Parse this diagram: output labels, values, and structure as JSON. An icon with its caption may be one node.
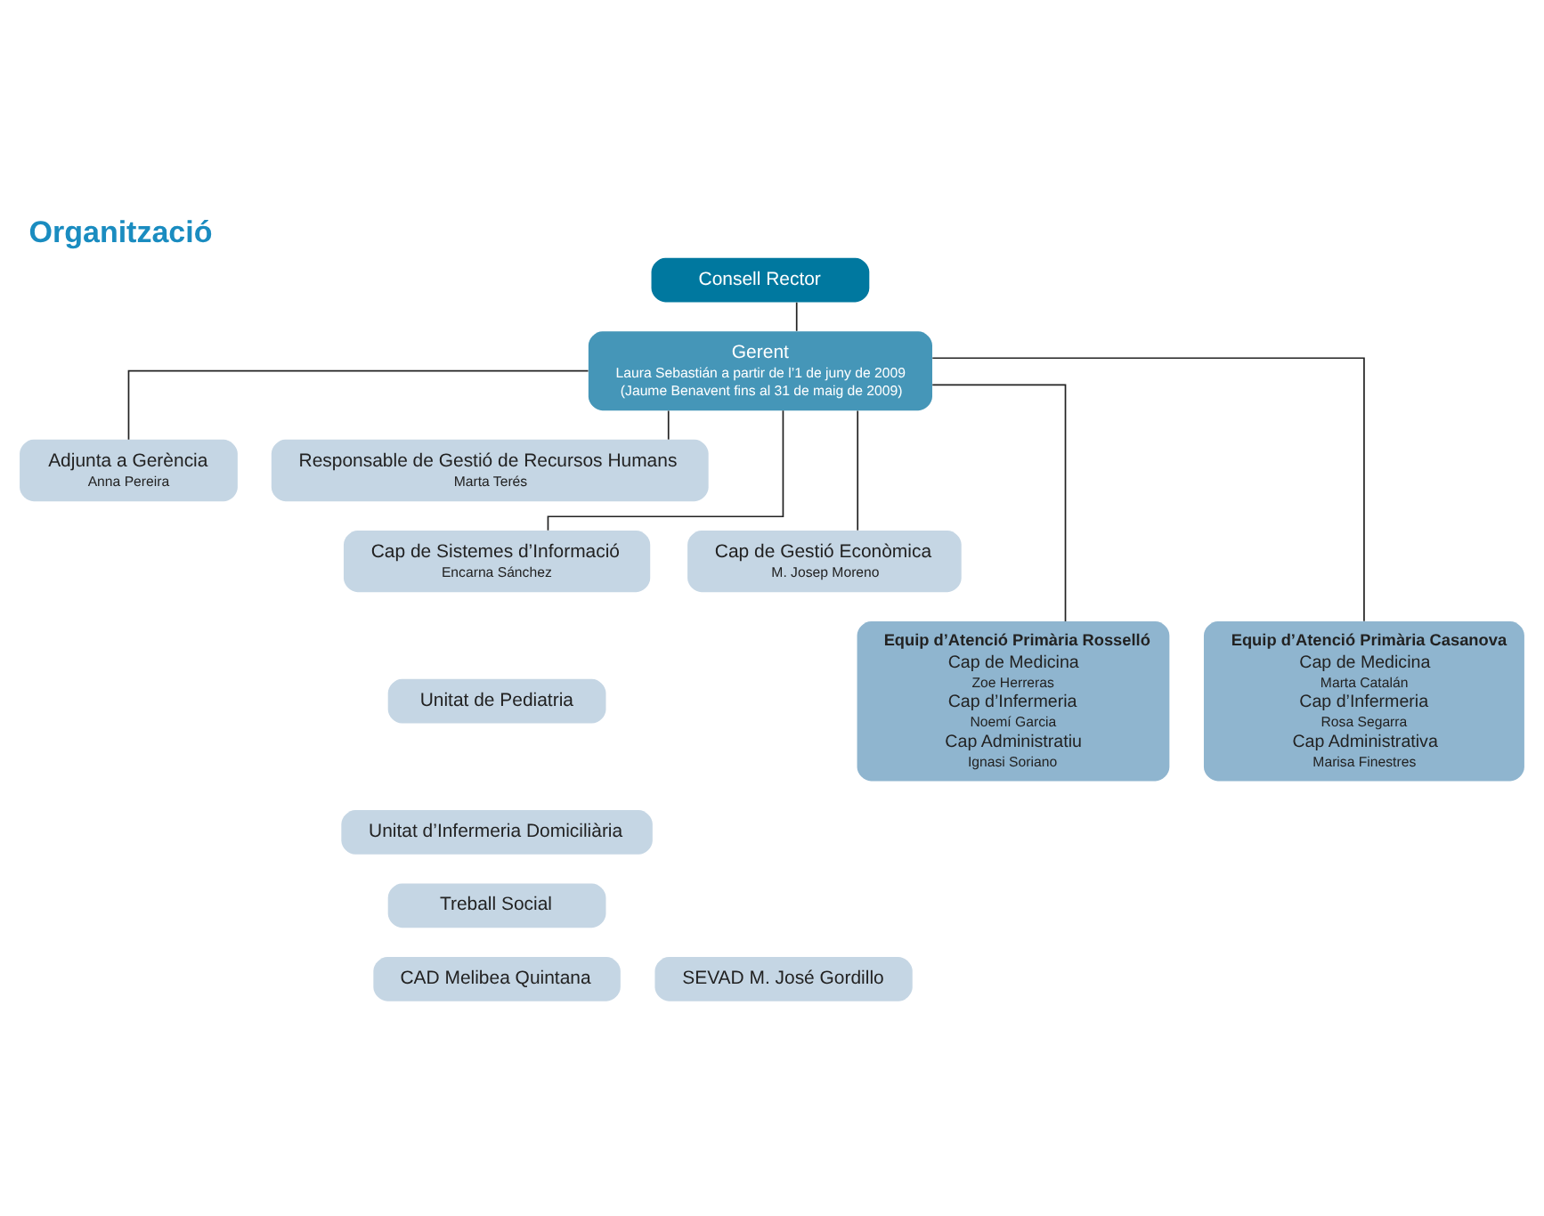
{
  "diagram": {
    "title": "Organització",
    "nodes": [
      {
        "text": [
          "Consell Rector"
        ]
      },
      {
        "text": [
          "Gerent",
          "Laura Sebastián a partir de l’1 de juny de 2009",
          "(Jaume Benavent fins al 31 de maig de 2009)"
        ]
      },
      {
        "text": [
          "Adjunta a Gerència",
          "Anna Pereira"
        ]
      },
      {
        "text": [
          "Responsable de Gestió de Recursos Humans",
          "Marta Terés"
        ]
      },
      {
        "text": [
          "Cap de Gestió Econòmica",
          "M. Josep Moreno"
        ]
      },
      {
        "text": [
          "Cap de Sistemes d’Informació",
          "Encarna Sánchez"
        ]
      },
      {
        "text": [
          "Equip d’Atenció Primària Rosselló",
          "Cap de Medicina",
          "Zoe Herreras",
          "Cap d’Infermeria",
          "Noemí Garcia",
          "Cap Administratiu",
          "Ignasi Soriano"
        ]
      },
      {
        "text": [
          "Unitat de Pediatria"
        ]
      },
      {
        "text": [
          "Unitat d’Infermeria Domiciliària"
        ]
      },
      {
        "text": [
          "Treball Social"
        ]
      },
      {
        "text": [
          "Equip d’Atenció Primària Casanova",
          "Cap de Medicina",
          "Marta Catalán",
          "Cap d’Infermeria",
          "Rosa Segarra",
          "Cap Administrativa",
          "Marisa Finestres"
        ]
      },
      {
        "text": [
          "SEVAD M. José Gordillo"
        ]
      },
      {
        "text": [
          "CAD Melibea Quintana"
        ]
      }
    ],
    "edges": [
      {
        "from": 0,
        "to": 1,
        "arrow": "none"
      },
      {
        "from": 1,
        "to": 2,
        "arrow": "none"
      },
      {
        "from": 1,
        "to": 3,
        "arrow": "none"
      },
      {
        "from": 1,
        "to": 4,
        "arrow": "none"
      },
      {
        "from": 1,
        "to": 5,
        "arrow": "none"
      },
      {
        "from": 1,
        "to": 6,
        "arrow": "none"
      },
      {
        "from": 1,
        "to": 10,
        "arrow": "none"
      }
    ]
  }
}
